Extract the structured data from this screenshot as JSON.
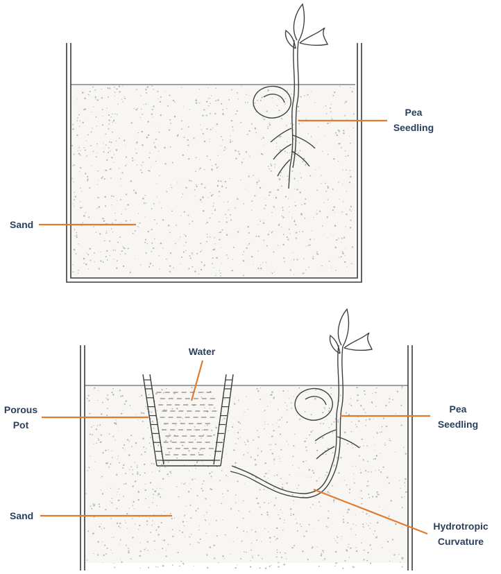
{
  "colors": {
    "leader_line": "#e07a2e",
    "label_text": "#2b3f5a",
    "outline": "#3a3a3a",
    "sand": "#f7f6f3",
    "sand_dots": "#b9b9b4"
  },
  "diagram_top": {
    "sand_label": "Sand",
    "seedling_label_line1": "Pea",
    "seedling_label_line2": "Seedling"
  },
  "diagram_bottom": {
    "water_label": "Water",
    "porous_pot_label_line1": "Porous",
    "porous_pot_label_line2": "Pot",
    "sand_label": "Sand",
    "seedling_label_line1": "Pea",
    "seedling_label_line2": "Seedling",
    "curvature_label_line1": "Hydrotropic",
    "curvature_label_line2": "Curvature"
  }
}
